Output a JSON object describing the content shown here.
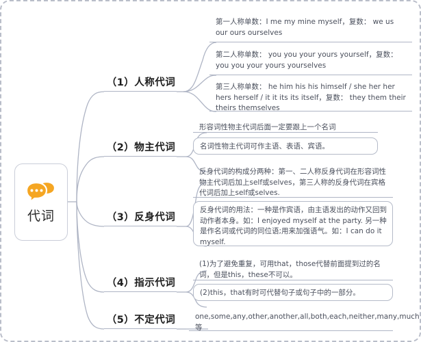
{
  "mindmap": {
    "root": {
      "label": "代词",
      "icon": "speech-bubbles-icon",
      "icon_color": "#f5a623"
    },
    "theme": {
      "line_color": "#aeb4c4",
      "border_color": "#b4bac8",
      "text_color": "#4a4f5c",
      "heading_color": "#1d1d1d",
      "frame_style": "dashed"
    },
    "branches": [
      {
        "label": "（1）人称代词",
        "leaves": [
          {
            "style": "open",
            "text": "第一人称单数：I me my mine myself，复数： we us our ours ourselves"
          },
          {
            "style": "open",
            "text": "第二人称单数： you you your yours yourself，复数： you you your yours yourselves"
          },
          {
            "style": "open",
            "text": "第三人称单数： he him his his himself / she her her hers herself / it it its its itself，复数： they them their theirs themselves"
          }
        ]
      },
      {
        "label": "（2）物主代词",
        "leaves": [
          {
            "style": "open",
            "text": "形容词性物主代词后面一定要跟上一个名词"
          },
          {
            "style": "boxed",
            "text": "名词性物主代词可作主语、表语、宾语。"
          }
        ]
      },
      {
        "label": "（3）反身代词",
        "leaves": [
          {
            "style": "open",
            "text": "反身代词的构成分两种：第一、二人称反身代词在形容词性物主代词后加上self或selves，第三人称的反身代词在宾格代词后加上self或selves."
          },
          {
            "style": "boxed",
            "text": "反身代词的用法：一种是作宾语，由主语发出的动作又回到动作者本身。如：I enjoyed myself at the party. 另一种是作名词或代词的同位语;用来加强语气。如：I can do it myself."
          }
        ]
      },
      {
        "label": "（4）指示代词",
        "leaves": [
          {
            "style": "open",
            "text": "(1)为了避免重复，可用that，those代替前面提到过的名词，但是this，these不可以。"
          },
          {
            "style": "boxed",
            "text": "(2)this，that有时可代替句子或句子中的一部分。"
          }
        ]
      },
      {
        "label": "（5）不定代词",
        "leaves": [
          {
            "style": "open",
            "text": "one,some,any,other,another,all,both,each,neither,many,much等"
          }
        ]
      }
    ]
  }
}
